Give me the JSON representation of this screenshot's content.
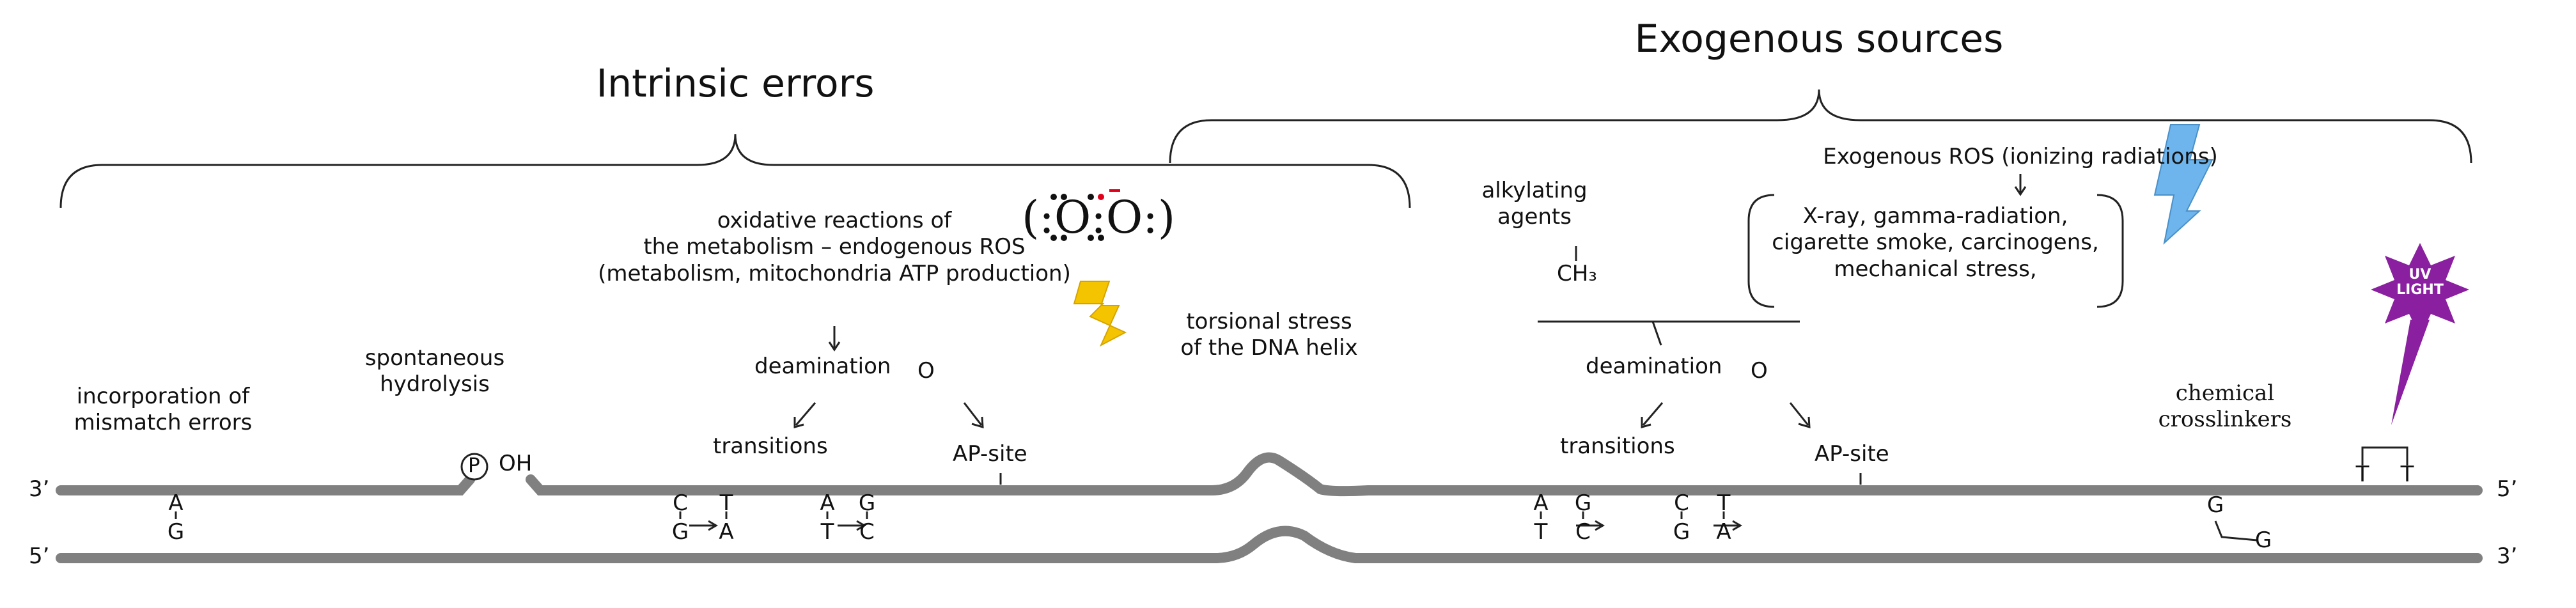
{
  "headings": {
    "intrinsic": "Intrinsic errors",
    "exogenous": "Exogenous sources"
  },
  "labels": {
    "mismatch": [
      "incorporation of",
      "mismatch errors"
    ],
    "hydrolysis": [
      "spontaneous",
      "hydrolysis"
    ],
    "phosphate": "P",
    "oh": "OH",
    "oxidative": [
      "oxidative reactions of",
      "the metabolism – endogenous ROS",
      "(metabolism, mitochondria ATP production)"
    ],
    "torsional": [
      "torsional stress",
      "of the DNA helix"
    ],
    "alkylating": [
      "alkylating",
      "agents"
    ],
    "methyl": "CH₃",
    "exo_ros": "Exogenous ROS (ionizing radiations)",
    "exo_list": [
      "X-ray, gamma-radiation,",
      "cigarette smoke, carcinogens,",
      "mechanical stress,"
    ],
    "deamination": "deamination",
    "oxygen": "O",
    "transitions": "transitions",
    "ap_site": "AP-site",
    "crosslinkers": [
      "chemical",
      "crosslinkers"
    ],
    "uv": [
      "UV",
      "LIGHT"
    ],
    "superoxide": "(:O:O:)"
  },
  "strands": {
    "top_left_end": "3’",
    "bottom_left_end": "5’",
    "top_right_end": "5’",
    "bottom_right_end": "3’"
  },
  "bases": {
    "mismatch": [
      "A",
      "G"
    ],
    "transition_a": [
      "C",
      "G",
      "T",
      "A"
    ],
    "transition_b": [
      "A",
      "T",
      "G",
      "C"
    ],
    "crosslink": [
      "G",
      "G"
    ],
    "dimer": [
      "T",
      "T"
    ]
  },
  "colors": {
    "strand": "#808080",
    "lightning_yellow": "#f5c400",
    "lightning_blue": "#5aa9e6",
    "uv_purple": "#8a1fa0",
    "oxygen_radical": "#e0001b"
  },
  "icons": [
    "lightning-bolt-yellow",
    "lightning-bolt-blue",
    "uv-light-star"
  ]
}
